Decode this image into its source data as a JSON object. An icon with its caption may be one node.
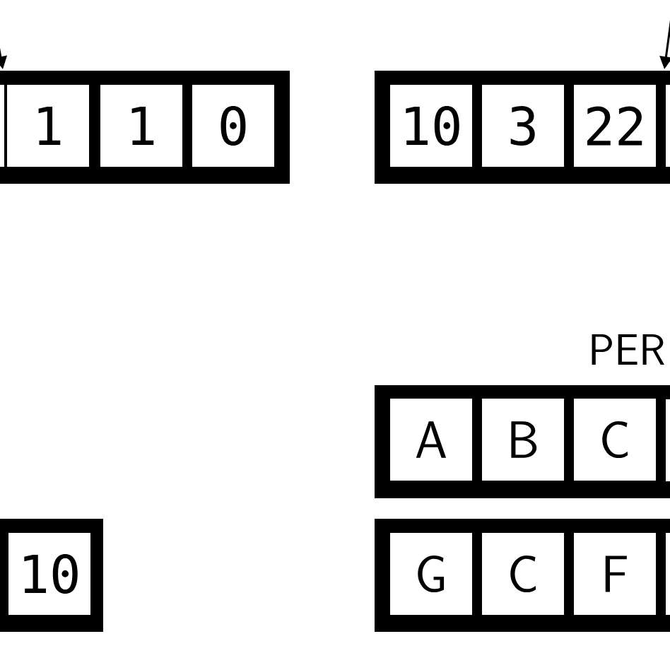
{
  "diagram": {
    "title": "PER",
    "nodes": [
      {
        "text": [],
        "shape": "box"
      },
      {
        "text": [
          "1"
        ],
        "in": 0
      },
      {
        "text": [
          "1"
        ],
        "in": 0
      },
      {
        "text": [
          "0"
        ],
        "in": 0
      },
      {
        "text": [],
        "shape": "box"
      },
      {
        "text": [
          "10"
        ],
        "in": 4
      },
      {
        "text": [
          "3"
        ],
        "in": 4
      },
      {
        "text": [
          "22"
        ],
        "in": 4
      },
      {
        "text": [],
        "shape": "box"
      },
      {
        "text": [
          "A"
        ],
        "in": 8
      },
      {
        "text": [
          "B"
        ],
        "in": 8
      },
      {
        "text": [
          "C"
        ],
        "in": 8
      },
      {
        "text": [],
        "shape": "box"
      },
      {
        "text": [
          "G"
        ],
        "in": 12
      },
      {
        "text": [
          "C"
        ],
        "in": 12
      },
      {
        "text": [
          "F"
        ],
        "in": 12
      },
      {
        "text": [],
        "shape": "box"
      },
      {
        "text": [
          "10"
        ],
        "in": 16
      }
    ],
    "edges": [
      {
        "from": null,
        "to": 0,
        "arrow": "to"
      },
      {
        "from": null,
        "to": 4,
        "arrow": "to"
      }
    ]
  }
}
